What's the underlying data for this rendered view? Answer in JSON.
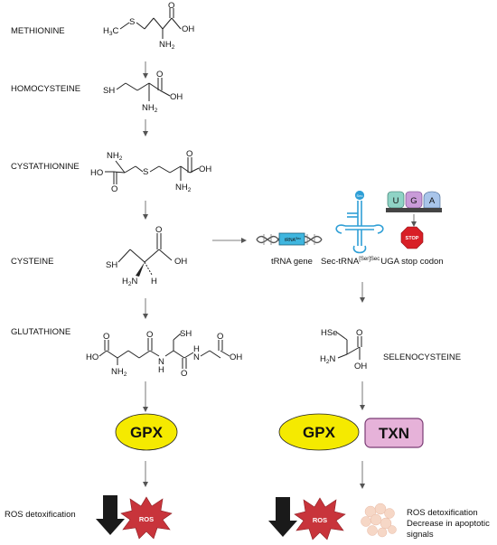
{
  "left_labels": {
    "methionine": "METHIONINE",
    "homocysteine": "HOMOCYSTEINE",
    "cystathionine": "CYSTATHIONINE",
    "cysteine": "CYSTEINE",
    "glutathione": "GLUTATHIONE",
    "ros_detox": "ROS detoxification"
  },
  "right_labels": {
    "trna_gene": "tRNA gene",
    "sec_trna_prefix": "Sec-tRNA",
    "sec_trna_sup": "[Ser]Sec",
    "uga_stop": "UGA stop codon",
    "selenocysteine": "SELENOCYSTEINE",
    "ros_detox_right": "ROS detoxification",
    "apoptotic": "Decrease in apoptotic",
    "signals": "signals"
  },
  "enzymes": {
    "gpx_left": "GPX",
    "gpx_right": "GPX",
    "txn": "TXN"
  },
  "ros": {
    "left": "ROS",
    "right": "ROS"
  },
  "icons": {
    "codon_letters": [
      "U",
      "G",
      "A"
    ],
    "stop_sign": "STOP",
    "trna_box": "tRNA",
    "trna_box_sup": "Sec",
    "sec_badge": "Sec"
  },
  "atoms": {
    "s": "S",
    "sh": "SH",
    "hse": "HSe",
    "oh": "OH",
    "ho": "HO",
    "o": "O",
    "h": "H",
    "n": "N",
    "n_h": "H",
    "nh2_n": "NH",
    "nh2_2": "2",
    "h2n_h": "H",
    "h2n_n": "N",
    "h2n_2": "2",
    "h3c": "H",
    "h3c_3": "3",
    "h3c_c": "C"
  },
  "colors": {
    "enzyme_fill": "#f5ea00",
    "txn_fill": "#e6b2d9",
    "txn_stroke": "#7a3c74",
    "ros_fill": "#c8343b",
    "stop_fill": "#d81f26",
    "codon_u": "#8fd3c5",
    "codon_g": "#c99bd8",
    "codon_a": "#a9c5ea",
    "trna_blue": "#2f9fd6"
  }
}
